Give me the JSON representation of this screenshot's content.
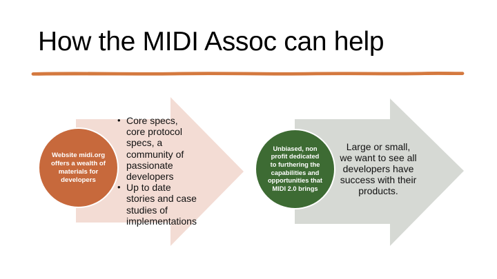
{
  "slide": {
    "title": "How the MIDI Assoc can help",
    "background_color": "#FFFFFF",
    "underline_color": "#D4793F",
    "bullet_char": "•"
  },
  "arrows": [
    {
      "label": "website-midi-org",
      "arrow_color": "#F3DCD4",
      "circle_color": "#C7693C",
      "circle_text": "Website midi.org\noffers a wealth of\nmaterials for\ndevelopers",
      "bullets": [
        "Core specs,\ncore protocol\nspecs, a\ncommunity of\npassionate\ndevelopers",
        "Up to date\nstories and case\nstudies of\nimplementations"
      ]
    },
    {
      "label": "nonprofit-midi-2-0",
      "arrow_color": "#D6D9D4",
      "circle_color": "#3D6B33",
      "circle_text": "Unbiased, non\nprofit dedicated\nto furthering the\ncapabilities and\nopportunities that\nMIDI 2.0 brings",
      "body_text": "Large or small,\nwe want to see all\ndevelopers have\nsuccess with their\nproducts."
    }
  ]
}
